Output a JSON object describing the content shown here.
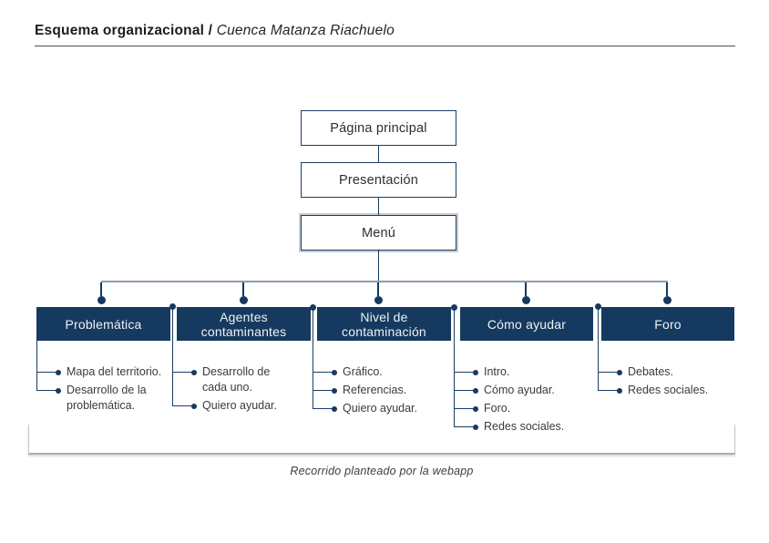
{
  "header": {
    "title_bold": "Esquema organizacional /",
    "title_italic": "Cuenca Matanza Riachuelo"
  },
  "flow": {
    "chain": [
      "Página principal",
      "Presentación",
      "Menú"
    ],
    "sections": [
      {
        "label": "Problemática",
        "items": [
          "Mapa del territorio.",
          "Desarrollo de la problemática."
        ]
      },
      {
        "label": "Agentes contaminantes",
        "items": [
          "Desarrollo de cada uno.",
          "Quiero ayudar."
        ]
      },
      {
        "label": "Nivel de contaminación",
        "items": [
          "Gráfico.",
          "Referencias.",
          "Quiero ayudar."
        ]
      },
      {
        "label": "Cómo ayudar",
        "items": [
          "Intro.",
          "Cómo ayudar.",
          "Foro.",
          "Redes sociales."
        ]
      },
      {
        "label": "Foro",
        "items": [
          "Debates.",
          "Redes sociales."
        ]
      }
    ]
  },
  "caption": "Recorrido planteado por la webapp",
  "colors": {
    "navy": "#163a5f",
    "connector_gray": "#8d9cab",
    "rule": "#3e5463",
    "bracket_gray": "#a9aeb2"
  }
}
